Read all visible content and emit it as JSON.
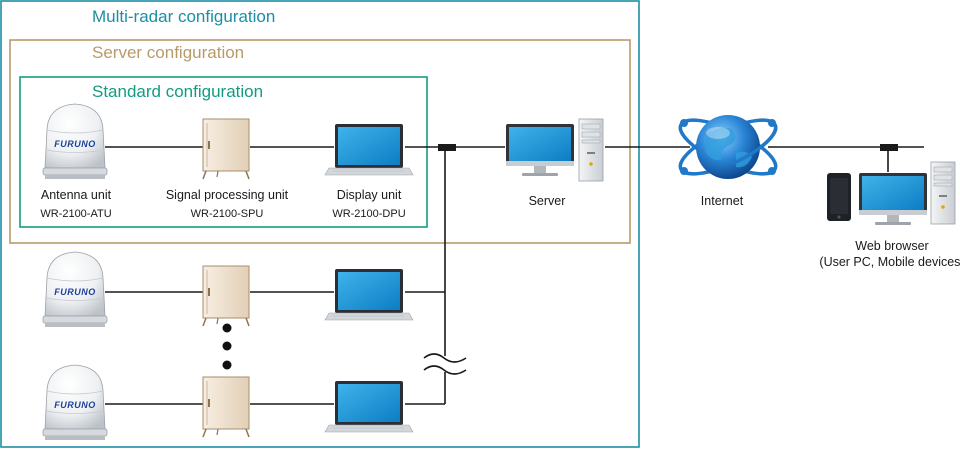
{
  "boxes": {
    "multi_radar": {
      "title": "Multi-radar configuration",
      "color": "#1a8fa6"
    },
    "server": {
      "title": "Server configuration",
      "color": "#b89a6a"
    },
    "standard": {
      "title": "Standard configuration",
      "color": "#139c82"
    }
  },
  "devices": {
    "antenna": {
      "name": "Antenna unit",
      "model": "WR-2100-ATU",
      "brand": "FURUNO"
    },
    "spu": {
      "name": "Signal processing unit",
      "model": "WR-2100-SPU"
    },
    "display": {
      "name": "Display unit",
      "model": "WR-2100-DPU"
    },
    "server": {
      "name": "Server"
    },
    "internet": {
      "name": "Internet"
    },
    "web_browser": {
      "name": "Web browser",
      "detail": "(User PC, Mobile devices)"
    }
  },
  "colors": {
    "line": "#1a1a1a",
    "screen": "#1596d6",
    "globe": "#1f78c8",
    "cabinet": "#f1e4d3"
  }
}
